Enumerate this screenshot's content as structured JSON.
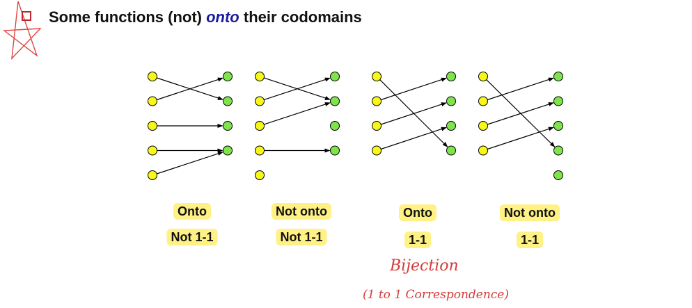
{
  "slide": {
    "title_pre": "Some functions (not) ",
    "title_em": "onto",
    "title_post": " their codomains"
  },
  "colors": {
    "domain_fill": "#f7f71a",
    "codomain_fill": "#7fe44c",
    "highlight": "#ffe95a",
    "ink": "#d43a3a"
  },
  "diagrams": [
    {
      "labels": [
        "Onto",
        "Not 1-1"
      ],
      "domain_count": 5,
      "codomain_count": 4,
      "arrows": [
        [
          0,
          1
        ],
        [
          1,
          0
        ],
        [
          2,
          2
        ],
        [
          3,
          3
        ],
        [
          4,
          3
        ]
      ]
    },
    {
      "labels": [
        "Not onto",
        "Not 1-1"
      ],
      "domain_count": 5,
      "codomain_count": 4,
      "arrows": [
        [
          0,
          1
        ],
        [
          1,
          0
        ],
        [
          2,
          1
        ],
        [
          3,
          3
        ]
      ]
    },
    {
      "labels": [
        "Onto",
        "1-1"
      ],
      "domain_count": 4,
      "codomain_count": 4,
      "arrows": [
        [
          0,
          3
        ],
        [
          1,
          0
        ],
        [
          2,
          1
        ],
        [
          3,
          2
        ]
      ]
    },
    {
      "labels": [
        "Not onto",
        "1-1"
      ],
      "domain_count": 4,
      "codomain_count": 5,
      "arrows": [
        [
          0,
          3
        ],
        [
          1,
          0
        ],
        [
          2,
          1
        ],
        [
          3,
          2
        ]
      ]
    }
  ],
  "annotations": {
    "line1": "Bijection",
    "line2": "(1 to 1 Correspondence)"
  }
}
